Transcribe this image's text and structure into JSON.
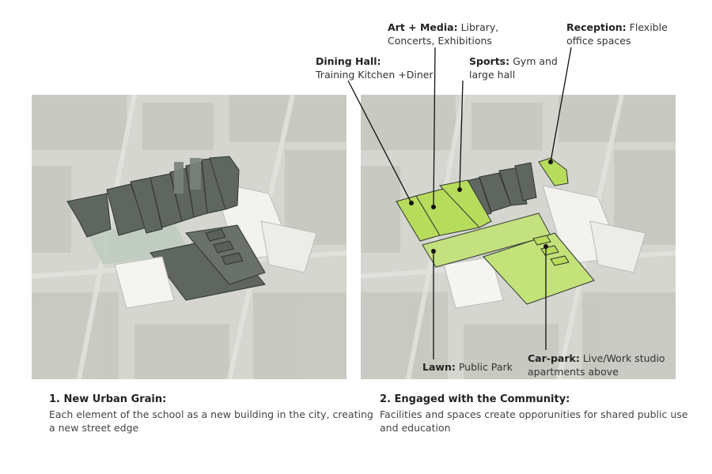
{
  "labels": {
    "art_media": {
      "title": "Art + Media:",
      "text_line1": "Library,",
      "text_line2": "Concerts, Exhibitions"
    },
    "reception": {
      "title": "Reception:",
      "text_line1": "Flexible",
      "text_line2": "office spaces"
    },
    "dining_hall": {
      "title": "Dining Hall:",
      "text_line2": "Training Kitchen +Diner"
    },
    "sports": {
      "title": "Sports:",
      "text_line1": "Gym and",
      "text_line2": "large hall"
    },
    "lawn": {
      "title": "Lawn:",
      "text": "Public Park"
    },
    "car_park": {
      "title": "Car-park:",
      "text_line1": "Live/Work studio",
      "text_line2": "apartments above"
    }
  },
  "captions": {
    "left": {
      "title": "1. New Urban Grain:",
      "body": "Each element of the school as a new building in the city, creating a new street edge"
    },
    "right": {
      "title": "2. Engaged with the Community:",
      "body": "Facilities and spaces create opporunities for shared public use and education"
    }
  },
  "colors": {
    "aerial_base": "#d4d6cf",
    "dark_block": "#5f6660",
    "green_block": "#b7dc5c",
    "leader_line": "#111111"
  }
}
